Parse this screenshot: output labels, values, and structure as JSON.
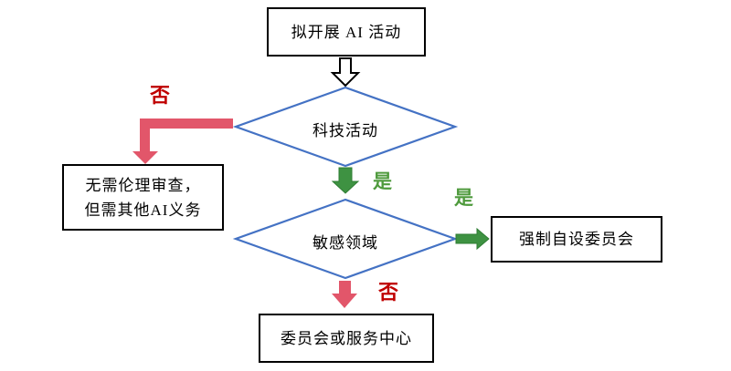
{
  "flowchart": {
    "title_hint": "AI activity ethics review decision flow",
    "start_box": {
      "label": "拟开展 AI 活动"
    },
    "decision_tech": {
      "label": "科技活动"
    },
    "decision_sensitive": {
      "label": "敏感领域"
    },
    "no_review_box": {
      "line1": "无需伦理审查，",
      "line2": "但需其他AI义务"
    },
    "mandatory_committee_box": {
      "label": "强制自设委员会"
    },
    "committee_service_box": {
      "label": "委员会或服务中心"
    },
    "branch_labels": {
      "tech_no": "否",
      "tech_yes": "是",
      "sensitive_yes": "是",
      "sensitive_no": "否"
    },
    "colors": {
      "diamond_border": "#4472C4",
      "box_border": "#000000",
      "yes_arrow_green": "#3E9242",
      "no_arrow_pink": "#E2566A",
      "yes_text_green": "#4E9A3C",
      "no_text_red": "#C00000",
      "background": "#FFFFFF"
    }
  }
}
